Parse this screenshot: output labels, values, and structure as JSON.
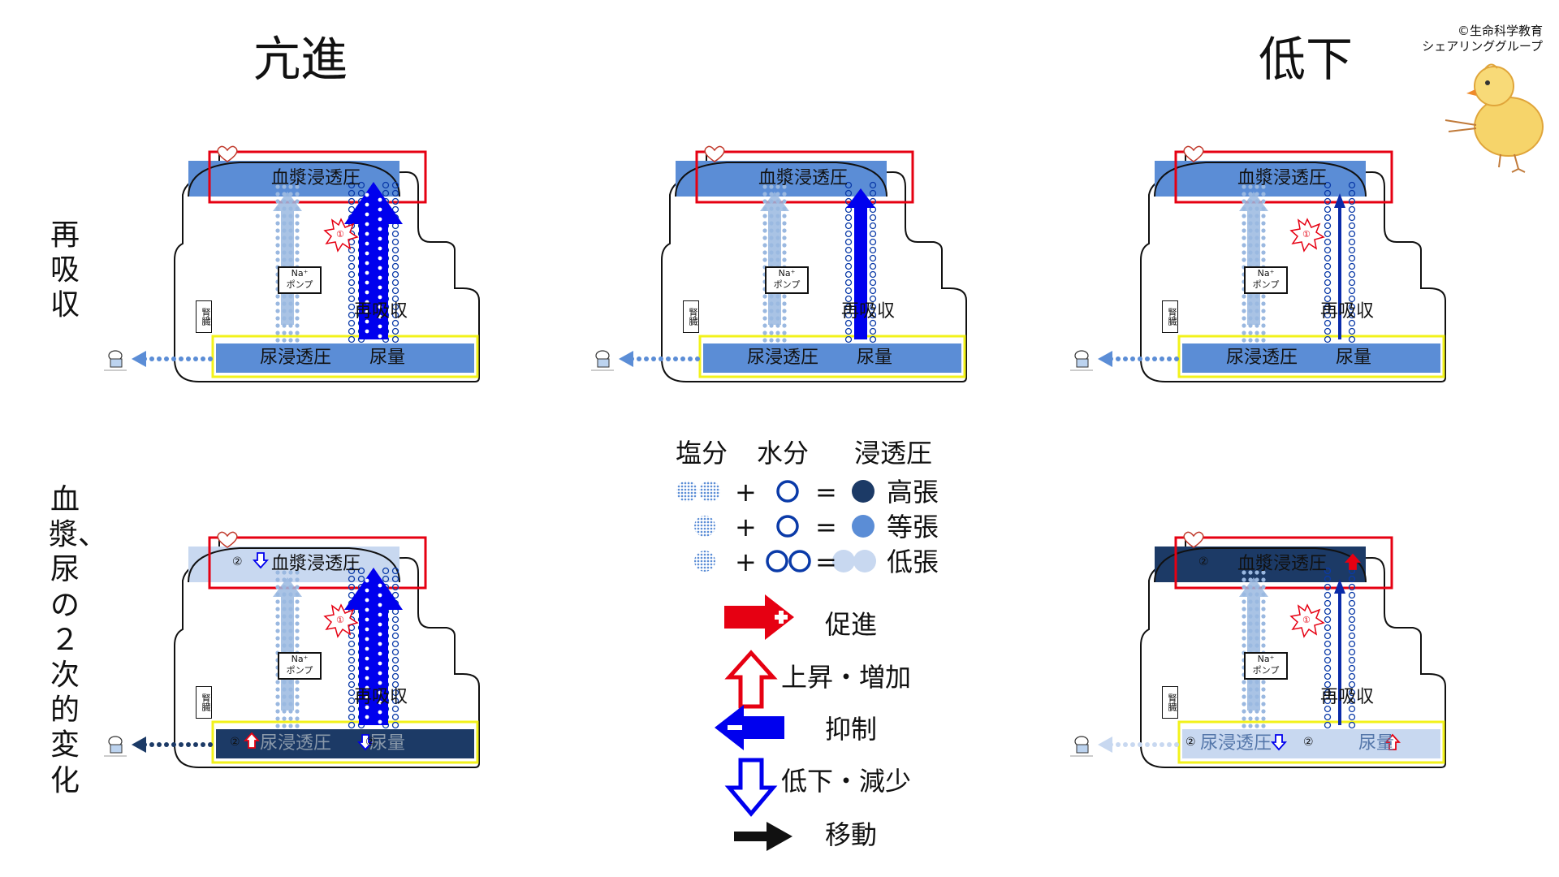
{
  "columns": {
    "left_title": "亢進",
    "right_title": "低下"
  },
  "rows": {
    "top_label": "再吸収",
    "bottom_label": "血漿、尿の２次的変化"
  },
  "copyright": {
    "line1": "©生命科学教育",
    "line2": "シェアリンググループ"
  },
  "panel_labels": {
    "plasma": "血漿浸透圧",
    "urine_osm": "尿浸透圧",
    "urine_vol": "尿量",
    "reabsorption": "再吸収",
    "pump_line1": "Na⁺",
    "pump_line2": "ポンプ",
    "kidney": "腎臓",
    "mark1": "①",
    "mark2": "②"
  },
  "legend": {
    "headers": {
      "salt": "塩分",
      "water": "水分",
      "osmotic": "浸透圧"
    },
    "plus": "+",
    "equals": "=",
    "rows": [
      {
        "label": "高張"
      },
      {
        "label": "等張"
      },
      {
        "label": "低張"
      }
    ],
    "arrows": {
      "promote": "促進",
      "rise": "上昇・増加",
      "inhibit": "抑制",
      "fall": "低下・減少",
      "move": "移動"
    }
  },
  "colors": {
    "red": "#e60012",
    "blue": "#0000ee",
    "mid": "#5b8dd6",
    "dark": "#1c3a66",
    "light": "#c8d8f0",
    "pale_arrow": "#9ab8e0",
    "yellow": "#f2f21a"
  }
}
